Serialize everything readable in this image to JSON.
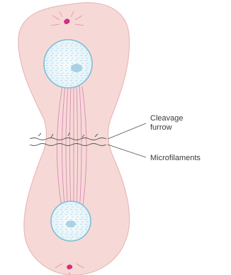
{
  "labels": {
    "cleavage_line1": "Cleavage",
    "cleavage_line2": "furrow",
    "microfilaments": "Microfilaments"
  },
  "colors": {
    "cytoplasm_fill": "#f6d9d6",
    "cytoplasm_edge": "#e9b9b7",
    "nucleus_fill": "#e9f6fb",
    "nucleus_edge": "#79bfd7",
    "spindle": "#d98bb5",
    "centrosome": "#d0307f",
    "leader_line": "#555555",
    "furrow": "#555555"
  }
}
